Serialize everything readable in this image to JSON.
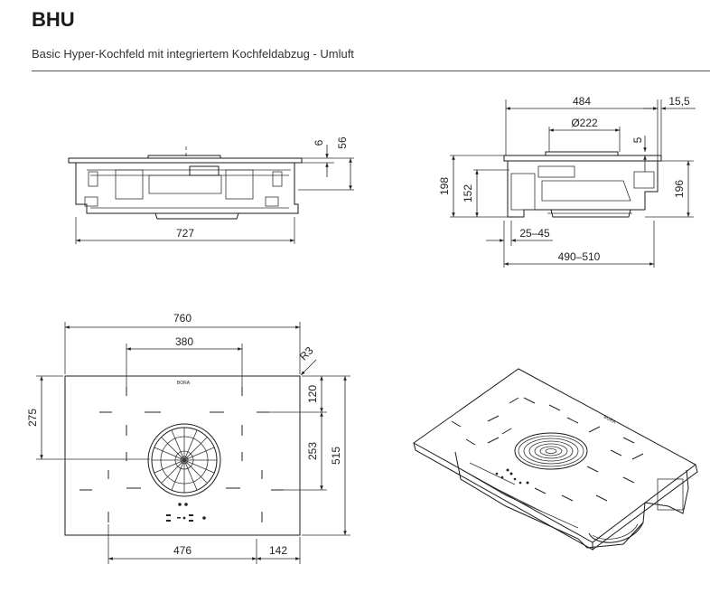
{
  "header": {
    "title": "BHU",
    "subtitle": "Basic Hyper-Kochfeld mit integriertem Kochfeldabzug - Umluft"
  },
  "front_view": {
    "dim_width": "727",
    "dim_top": "6",
    "dim_height": "56"
  },
  "side_view": {
    "dim_top_width": "484",
    "dim_edge": "15,5",
    "dim_diameter": "Ø222",
    "dim_top_offset": "5",
    "dim_total_height": "198",
    "dim_body_height": "152",
    "dim_right_height": "196",
    "dim_offset_range": "25–45",
    "dim_depth_range": "490–510"
  },
  "top_view": {
    "dim_width": "760",
    "dim_inner_width": "380",
    "dim_radius": "R3",
    "dim_left_height": "275",
    "dim_top_gap": "120",
    "dim_mid_height": "253",
    "dim_depth": "515",
    "dim_bottom_width": "476",
    "dim_bottom_right": "142",
    "brand_label": "BORA"
  },
  "iso_view": {
    "brand_label": "BORA"
  }
}
